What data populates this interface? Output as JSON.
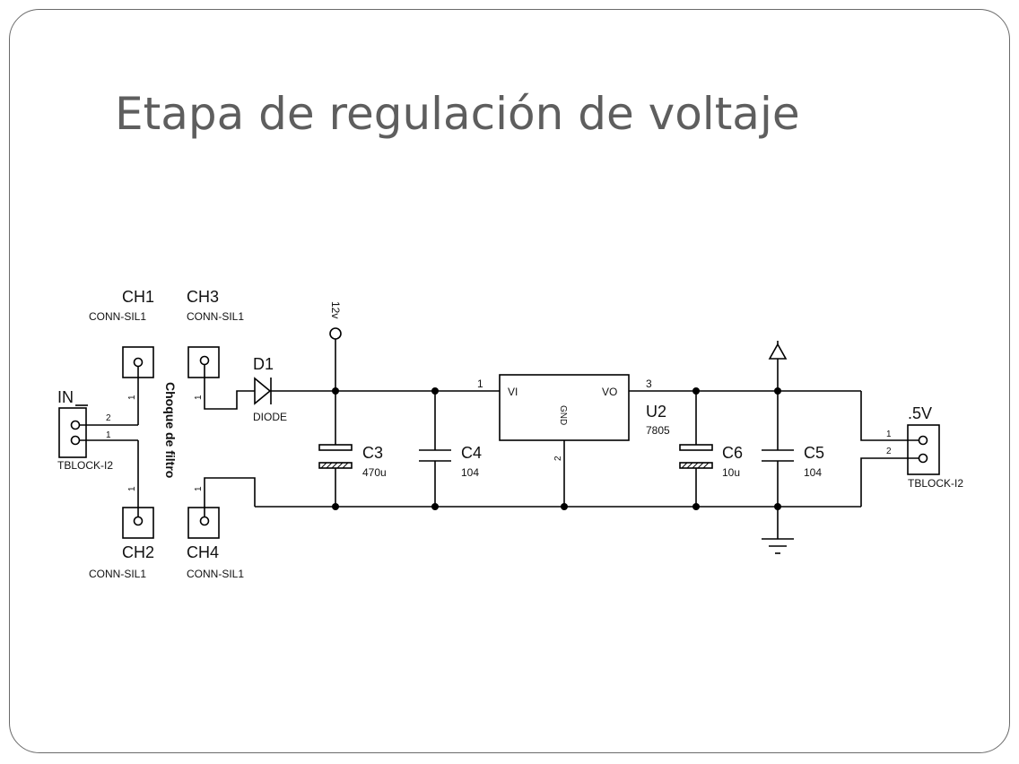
{
  "title": "Etapa de regulación de voltaje",
  "components": {
    "in": {
      "ref": "IN",
      "type": "TBLOCK-I2",
      "pin1": "1",
      "pin2": "2"
    },
    "ch1": {
      "ref": "CH1",
      "type": "CONN-SIL1",
      "pin": "1"
    },
    "ch2": {
      "ref": "CH2",
      "type": "CONN-SIL1",
      "pin": "1"
    },
    "ch3": {
      "ref": "CH3",
      "type": "CONN-SIL1",
      "pin": "1"
    },
    "ch4": {
      "ref": "CH4",
      "type": "CONN-SIL1",
      "pin": "1"
    },
    "choke": "Choque de filtro",
    "d1": {
      "ref": "D1",
      "type": "DIODE"
    },
    "v12": "12v",
    "c3": {
      "ref": "C3",
      "value": "470u"
    },
    "c4": {
      "ref": "C4",
      "value": "104"
    },
    "u2": {
      "ref": "U2",
      "value": "7805",
      "pin_vi": "VI",
      "pin_vo": "VO",
      "pin_gnd": "GND",
      "num_vi": "1",
      "num_vo": "3",
      "num_gnd": "2"
    },
    "c6": {
      "ref": "C6",
      "value": "10u"
    },
    "c5": {
      "ref": "C5",
      "value": "104"
    },
    "out": {
      "ref": ".5V",
      "type": "TBLOCK-I2",
      "pin1": "1",
      "pin2": "2"
    }
  }
}
